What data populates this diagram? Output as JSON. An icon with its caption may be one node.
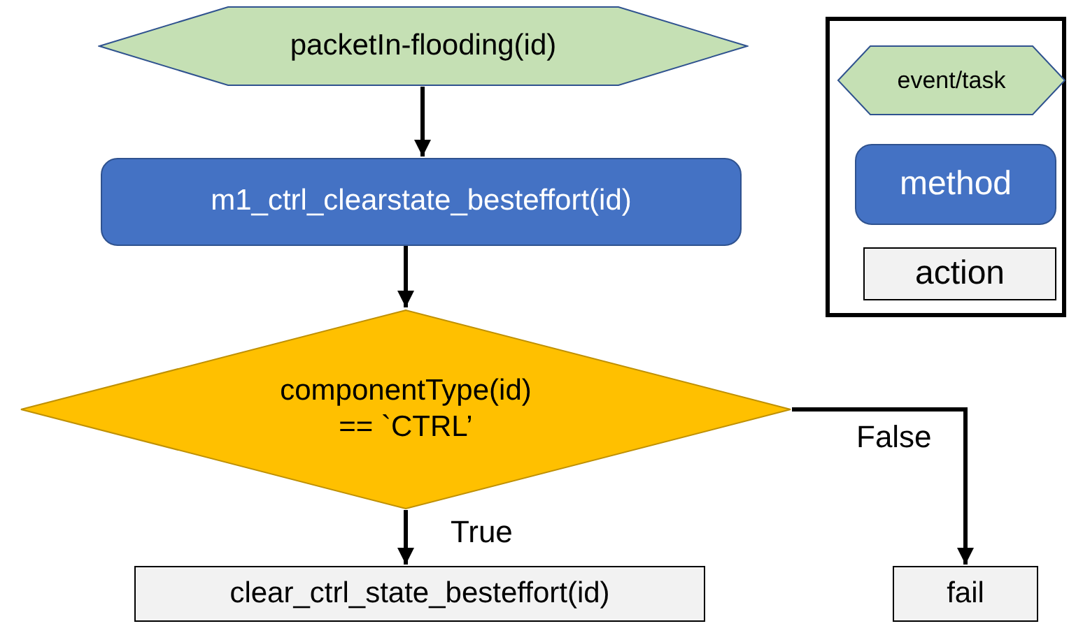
{
  "diagram": {
    "nodes": [
      {
        "text": [
          "packetIn-flooding(id)"
        ]
      },
      {
        "text": [
          "m1_ctrl_clearstate_besteffort(id)"
        ]
      },
      {
        "text": [
          "componentType(id) == `CTRL’"
        ]
      },
      {
        "text": [
          "clear_ctrl_state_besteffort(id)"
        ]
      },
      {
        "text": [
          "fail"
        ]
      }
    ],
    "edges": [
      {
        "from": 0,
        "to": 1,
        "arrow": "to"
      },
      {
        "from": 1,
        "to": 2,
        "arrow": "to"
      },
      {
        "from": 2,
        "to": 3,
        "arrow": "to",
        "label": "True"
      },
      {
        "from": 2,
        "to": 4,
        "arrow": "to",
        "label": "False"
      }
    ],
    "legend": [
      {
        "text": "event/task"
      },
      {
        "text": "method"
      },
      {
        "text": "action"
      }
    ]
  }
}
